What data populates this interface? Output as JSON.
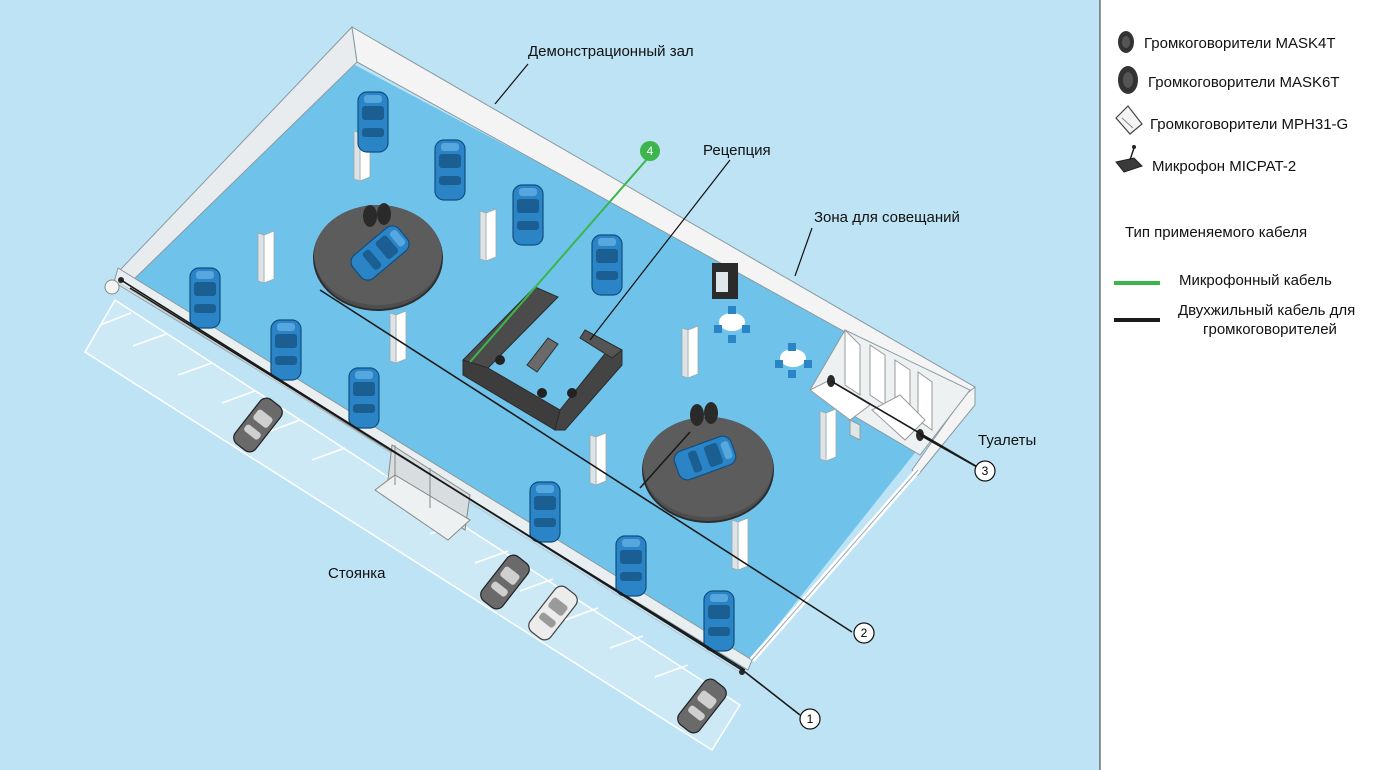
{
  "labels": {
    "showroom": "Демонстрационный зал",
    "reception": "Рецепция",
    "meeting_zone": "Зона для совещаний",
    "toilets": "Туалеты",
    "parking": "Стоянка"
  },
  "callouts": [
    "1",
    "2",
    "3",
    "4"
  ],
  "legend": {
    "items": [
      {
        "icon": "mask4t-speaker-icon",
        "label": "Громкоговорители MASK4T"
      },
      {
        "icon": "mask6t-speaker-icon",
        "label": "Громкоговорители MASK6T"
      },
      {
        "icon": "mph31g-speaker-icon",
        "label": "Громкоговорители MPH31-G"
      },
      {
        "icon": "micpat2-microphone-icon",
        "label": "Микрофон MICPAT-2"
      }
    ],
    "cable_title": "Тип применяемого кабеля",
    "cables": [
      {
        "label": "Микрофонный кабель",
        "color": "#3cb54a"
      },
      {
        "label_line1": "Двухжильный кабель для",
        "label_line2": "громкоговорителей",
        "color": "#1a1a1a"
      }
    ]
  },
  "colors": {
    "background": "#bde3f5",
    "floor": "#6fc3ea",
    "wall": "#f2f2f2",
    "car_blue": "#2a84c6",
    "turntable": "#5a5a5a",
    "mic_cable": "#3cb54a",
    "speaker_cable": "#1a1a1a"
  }
}
